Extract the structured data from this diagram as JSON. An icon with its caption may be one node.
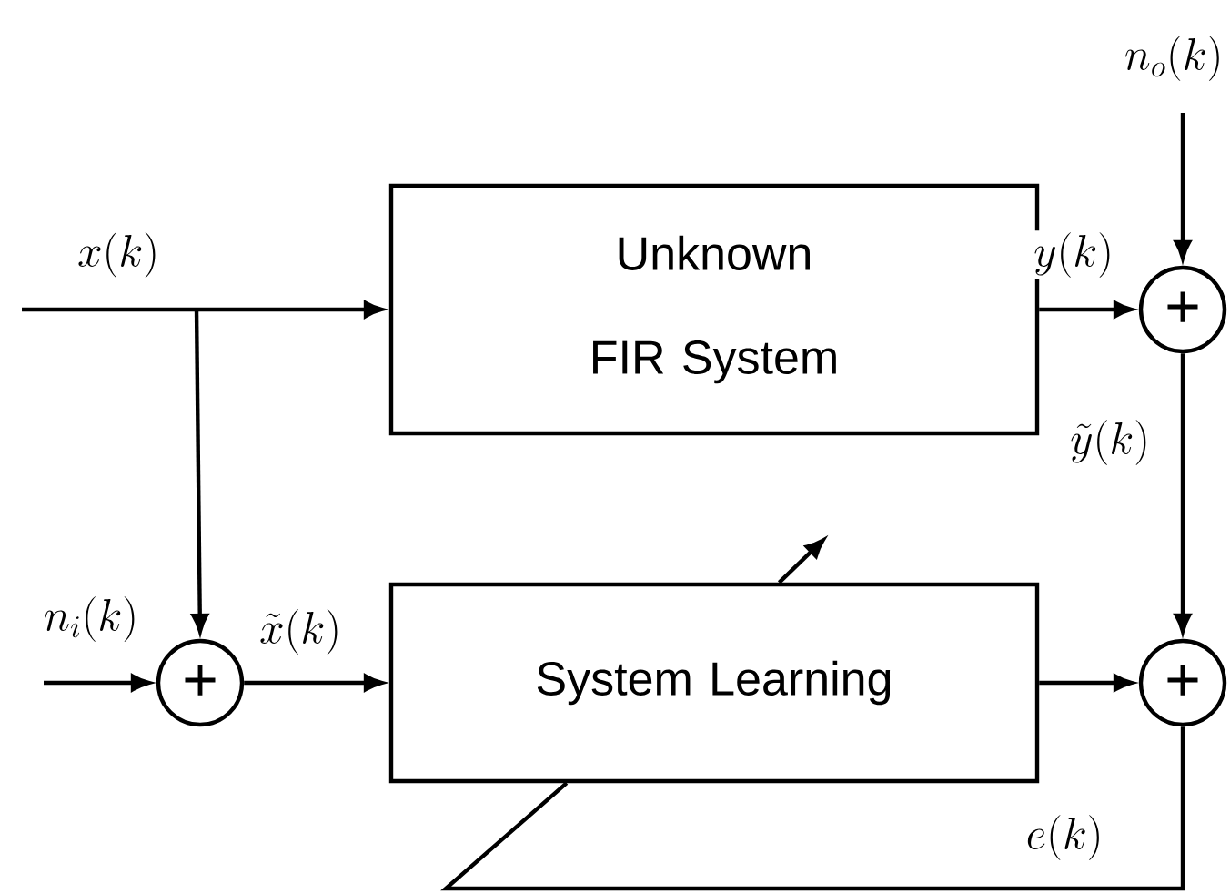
{
  "diagram": {
    "nodes": [
      {
        "text": [
          "Unknown FIR System"
        ]
      },
      {
        "text": [
          "System Learning"
        ]
      },
      {
        "text": [
          "+"
        ]
      },
      {
        "text": [
          "+"
        ]
      },
      {
        "text": [
          "+"
        ]
      }
    ],
    "edges": [
      {
        "from": null,
        "to": 0,
        "arrow": "to",
        "label": "x(k)"
      },
      {
        "from": null,
        "to": 3,
        "arrow": "to"
      },
      {
        "from": 0,
        "to": 2,
        "arrow": "to",
        "label": "y(k)"
      },
      {
        "from": null,
        "to": 2,
        "arrow": "to",
        "label": "n_o(k)"
      },
      {
        "from": null,
        "to": 3,
        "arrow": "to",
        "label": "n_i(k)"
      },
      {
        "from": 3,
        "to": 1,
        "arrow": "to",
        "label": "\\tilde{x}(k)"
      },
      {
        "from": 2,
        "to": 4,
        "arrow": "to",
        "label": "\\tilde{y}(k)"
      },
      {
        "from": 1,
        "to": 4,
        "arrow": "to"
      },
      {
        "from": 4,
        "to": 1,
        "arrow": "none",
        "label": "e(k)"
      }
    ]
  }
}
